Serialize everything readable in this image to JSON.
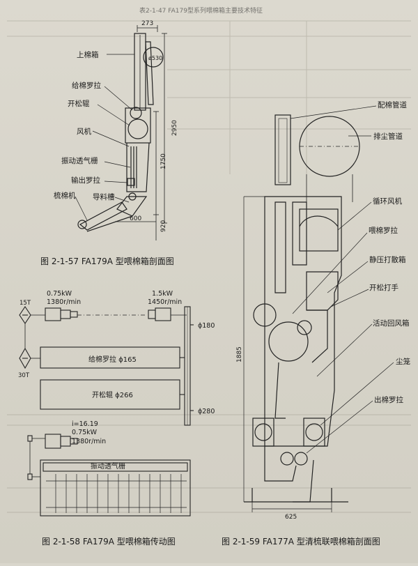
{
  "bleed_heading": "表2-1-47  FA179型系列喂棉箱主要技术特征",
  "fig57": {
    "caption": "图 2-1-57    FA179A 型喂棉箱剖面图",
    "labels": {
      "top_box": "上棉箱",
      "feed_roller": "给棉罗拉",
      "opener": "开松辊",
      "fan": "风机",
      "vib_plate": "振动透气栅",
      "out_roller": "输出罗拉",
      "chute": "导料槽",
      "carding": "梳棉机"
    },
    "dims": {
      "top": "273",
      "h2950": "2950",
      "h1750": "1750",
      "w600": "600",
      "h920": "920",
      "dia": "ø530"
    }
  },
  "fig58": {
    "caption": "图 2-1-58    FA179A 型喂棉箱传动图",
    "motor1_power": "0.75kW",
    "motor1_speed": "1380r/min",
    "motor2_power": "1.5kW",
    "motor2_speed": "1450r/min",
    "motor3_power": "0.75kW",
    "motor3_speed": "1380r/min",
    "ratio": "i=16.19",
    "teeth15": "15T",
    "teeth30": "30T",
    "roller1": "给棉罗拉 ϕ165",
    "roller2": "开松辊 ϕ266",
    "grid": "振动透气栅",
    "pulley180": "ϕ180",
    "pulley280": "ϕ280"
  },
  "fig59": {
    "caption": "图 2-1-59    FA177A 型清梳联喂棉箱剖面图",
    "labels": {
      "duct": "配棉管道",
      "dust": "排尘管道",
      "fan": "循环风机",
      "feed": "喂棉罗拉",
      "static": "静压打散箱",
      "beater": "开松打手",
      "damper": "活动回风箱",
      "cage": "尘笼",
      "out": "出棉罗拉"
    },
    "dims": {
      "h1885": "1885",
      "w625": "625"
    }
  }
}
